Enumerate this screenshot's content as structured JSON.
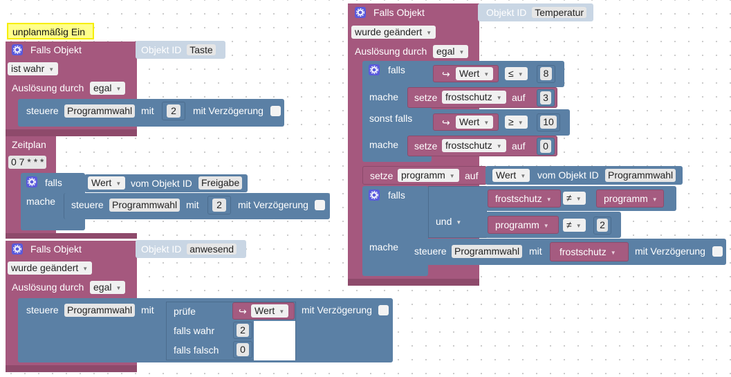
{
  "comment": {
    "text": "unplanmäßig Ein"
  },
  "trigger_a": {
    "title": "Falls Objekt",
    "object_id_label": "Objekt ID",
    "object_id": "Taste",
    "condition": "ist wahr",
    "ausloesung_label": "Auslösung durch",
    "ausloesung": "egal",
    "control": {
      "label": "steuere",
      "target": "Programmwahl",
      "mit": "mit",
      "value": "2",
      "delay_label": "mit Verzögerung"
    }
  },
  "schedule": {
    "title": "Zeitplan",
    "cron": "0 7 * * *",
    "if_label": "falls",
    "value_dd": "Wert",
    "from_object_label": "vom Objekt ID",
    "object_id": "Freigabe",
    "do_label": "mache",
    "control": {
      "label": "steuere",
      "target": "Programmwahl",
      "mit": "mit",
      "value": "2",
      "delay_label": "mit Verzögerung"
    }
  },
  "trigger_b": {
    "title": "Falls Objekt",
    "object_id_label": "Objekt ID",
    "object_id": "anwesend",
    "condition": "wurde geändert",
    "ausloesung_label": "Auslösung durch",
    "ausloesung": "egal",
    "control": {
      "label": "steuere",
      "target": "Programmwahl",
      "mit": "mit",
      "delay_label": "mit Verzögerung",
      "ternary": {
        "check_label": "prüfe",
        "arrow": "↪",
        "value_dd": "Wert",
        "true_label": "falls wahr",
        "true_value": "2",
        "false_label": "falls falsch",
        "false_value": "0"
      }
    }
  },
  "trigger_c": {
    "title": "Falls Objekt",
    "object_id_label": "Objekt ID",
    "object_id": "Temperatur",
    "condition": "wurde geändert",
    "ausloesung_label": "Auslösung durch",
    "ausloesung": "egal",
    "if1": {
      "if_label": "falls",
      "arrow": "↪",
      "value_dd": "Wert",
      "op": "≤",
      "value": "8",
      "do_label": "mache",
      "set_label": "setze",
      "var": "frostschutz",
      "auf": "auf",
      "set_value": "3",
      "elseif_label": "sonst falls",
      "op2": "≥",
      "value2": "10",
      "do2_label": "mache",
      "set_value2": "0"
    },
    "set_prog": {
      "set_label": "setze",
      "var": "programm",
      "auf": "auf",
      "value_dd": "Wert",
      "from_object_label": "vom Objekt ID",
      "object_id": "Programmwahl"
    },
    "if2": {
      "if_label": "falls",
      "var_a": "frostschutz",
      "op_a": "≠",
      "var_b": "programm",
      "logic": "und",
      "var_c": "programm",
      "op_b": "≠",
      "value": "2",
      "do_label": "mache",
      "control": {
        "label": "steuere",
        "target": "Programmwahl",
        "mit": "mit",
        "var": "frostschutz",
        "delay_label": "mit Verzögerung"
      }
    }
  },
  "icons": {
    "gear": "gear-icon",
    "dropdown": "chevron-down-icon",
    "arrow": "return-arrow-icon"
  },
  "colors": {
    "trigger": "#a5587e",
    "action": "#5b80a5",
    "variable": "#a55b80",
    "comment": "#ffff8a",
    "gear": "#5a5adc"
  }
}
